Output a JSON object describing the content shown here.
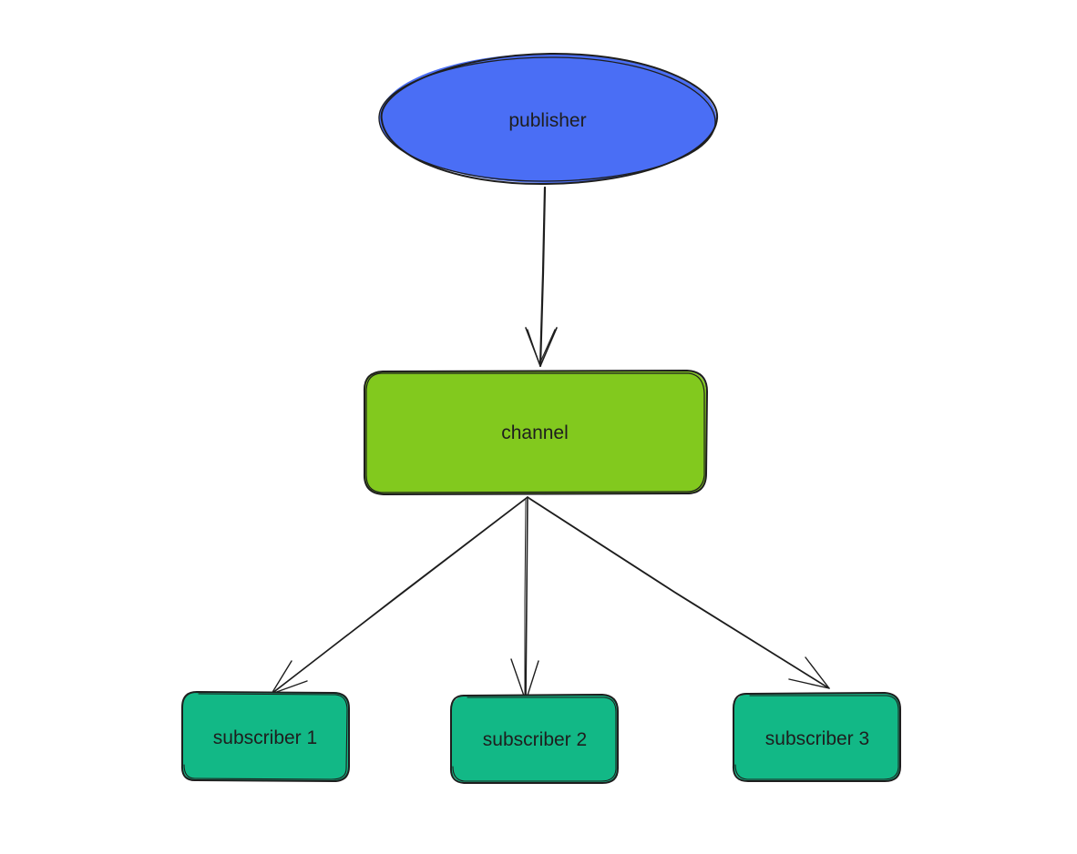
{
  "diagram": {
    "colors": {
      "publisher_fill": "#4a6ef5",
      "channel_fill": "#82c91e",
      "subscriber_fill": "#12b886",
      "stroke": "#1e1e1e",
      "background": "#ffffff"
    },
    "nodes": {
      "publisher": {
        "label": "publisher",
        "shape": "ellipse"
      },
      "channel": {
        "label": "channel",
        "shape": "rounded-rectangle"
      },
      "subscriber_1": {
        "label": "subscriber 1",
        "shape": "rounded-rectangle"
      },
      "subscriber_2": {
        "label": "subscriber 2",
        "shape": "rounded-rectangle"
      },
      "subscriber_3": {
        "label": "subscriber 3",
        "shape": "rounded-rectangle"
      }
    },
    "edges": [
      {
        "from": "publisher",
        "to": "channel"
      },
      {
        "from": "channel",
        "to": "subscriber_1"
      },
      {
        "from": "channel",
        "to": "subscriber_2"
      },
      {
        "from": "channel",
        "to": "subscriber_3"
      }
    ]
  }
}
